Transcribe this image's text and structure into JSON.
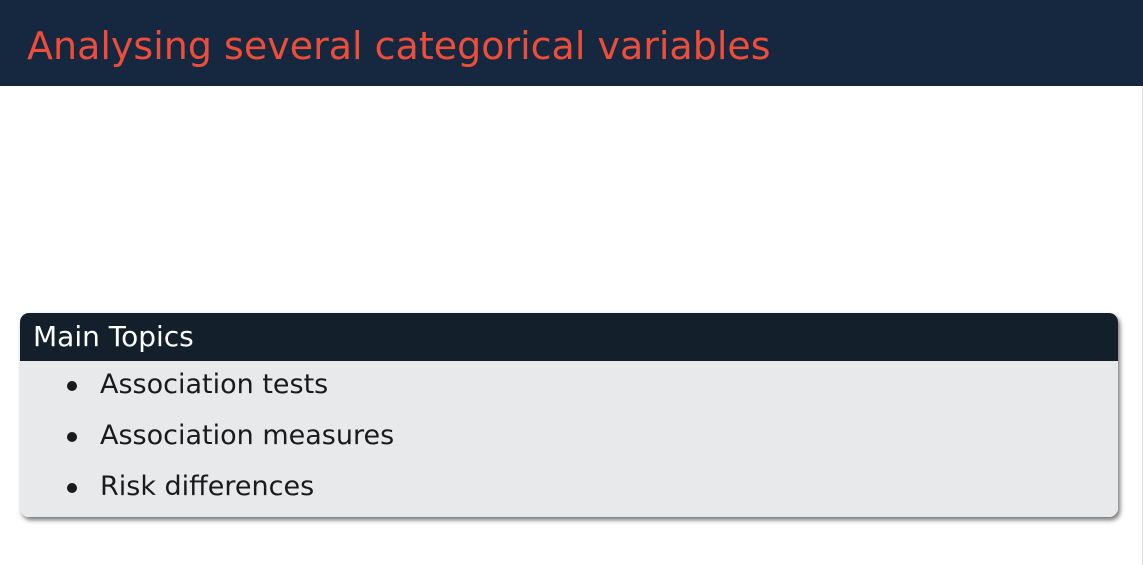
{
  "slide": {
    "title": "Analysing several categorical variables",
    "colors": {
      "title_bar": "#152840",
      "title_text": "#ee4d3a",
      "block_header": "#13202c",
      "block_body": "#e8e9ea"
    }
  },
  "main_topics": {
    "heading": "Main Topics",
    "items": [
      {
        "label": "Association tests"
      },
      {
        "label": "Association measures"
      },
      {
        "label": "Risk differences"
      }
    ]
  }
}
